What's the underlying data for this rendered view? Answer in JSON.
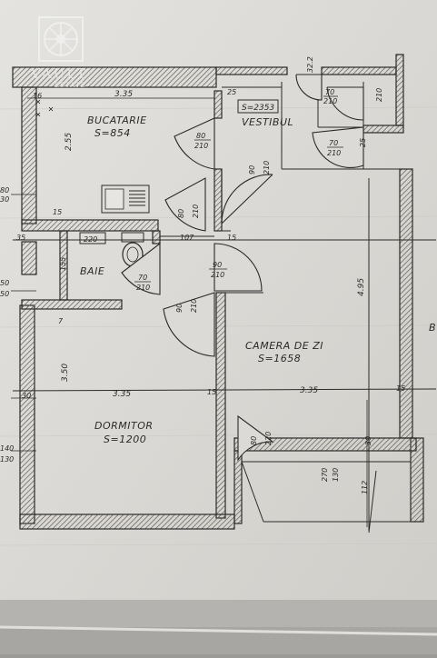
{
  "logo": {
    "name": "VAULT",
    "sub": "ESTATE"
  },
  "rooms": {
    "kitchen": {
      "name": "BUCATARIE",
      "area": "S=854"
    },
    "hall": {
      "area": "S=2353",
      "name": "VESTIBUL"
    },
    "bath": {
      "name": "BAIE"
    },
    "living": {
      "name": "CAMERA DE ZI",
      "area": "S=1658"
    },
    "bedroom": {
      "name": "DORMITOR",
      "area": "S=1200"
    }
  },
  "dims": {
    "top_width": "3.35",
    "kitchen_height": "2.55",
    "mid_left": "3.35",
    "mid_right": "3.35",
    "wall_15": "15",
    "bedroom_height": "3.50",
    "living_height": "4.95",
    "bath_155": "155",
    "bath_220": "220",
    "hall_107": "107",
    "left_80": "80",
    "left_30a": "30",
    "left_35": "35",
    "left_50a": "50",
    "left_50b": "50",
    "left_30b": "30",
    "left_140": "140",
    "left_130": "130",
    "right_25": "25",
    "right_210": "210",
    "right_b": "B",
    "top_322": "32.2",
    "balc_270": "270",
    "balc_130": "130",
    "balc_112": "112",
    "balc_30": "30",
    "seven": "7",
    "sixteen": "16",
    "wall_25": "25"
  },
  "doors": [
    {
      "w": "80",
      "h": "210"
    },
    {
      "w": "90",
      "h": "210"
    },
    {
      "w": "80",
      "h": "210"
    },
    {
      "w": "70",
      "h": "210"
    },
    {
      "w": "90",
      "h": "210"
    },
    {
      "w": "90",
      "h": "210"
    },
    {
      "w": "70",
      "h": "210"
    },
    {
      "w": "70",
      "h": "210"
    },
    {
      "w": "80",
      "h": "220"
    }
  ],
  "colors": {
    "paper": "#d9d7d2",
    "ink": "#2a2a2a",
    "hatch": "#8a8680",
    "bg": "#9c9a96"
  }
}
